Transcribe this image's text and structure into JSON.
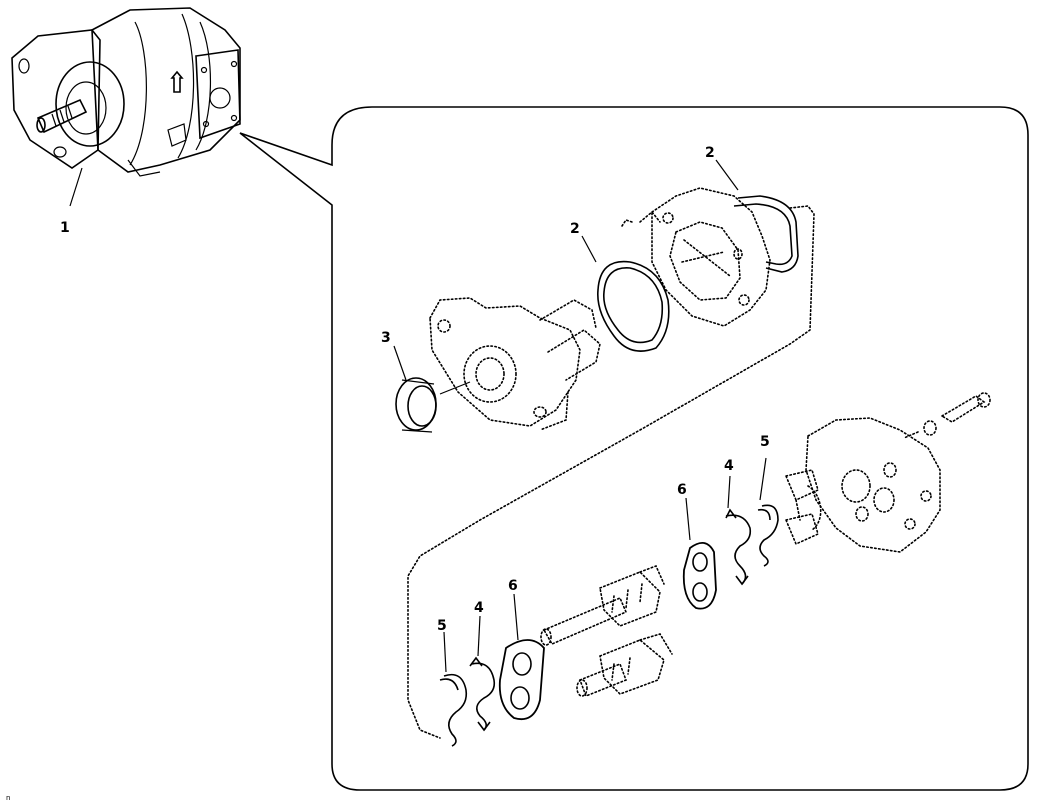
{
  "callouts": {
    "pump_assembly": "1",
    "seal_ring_upper_right": "2",
    "seal_ring_middle": "2",
    "shaft_seal": "3",
    "spring_clip_right": "4",
    "snap_ring_right": "5",
    "wear_plate_right": "6",
    "snap_ring_left": "5",
    "spring_clip_left": "4",
    "wear_plate_left": "6"
  },
  "corner_mark": "n"
}
